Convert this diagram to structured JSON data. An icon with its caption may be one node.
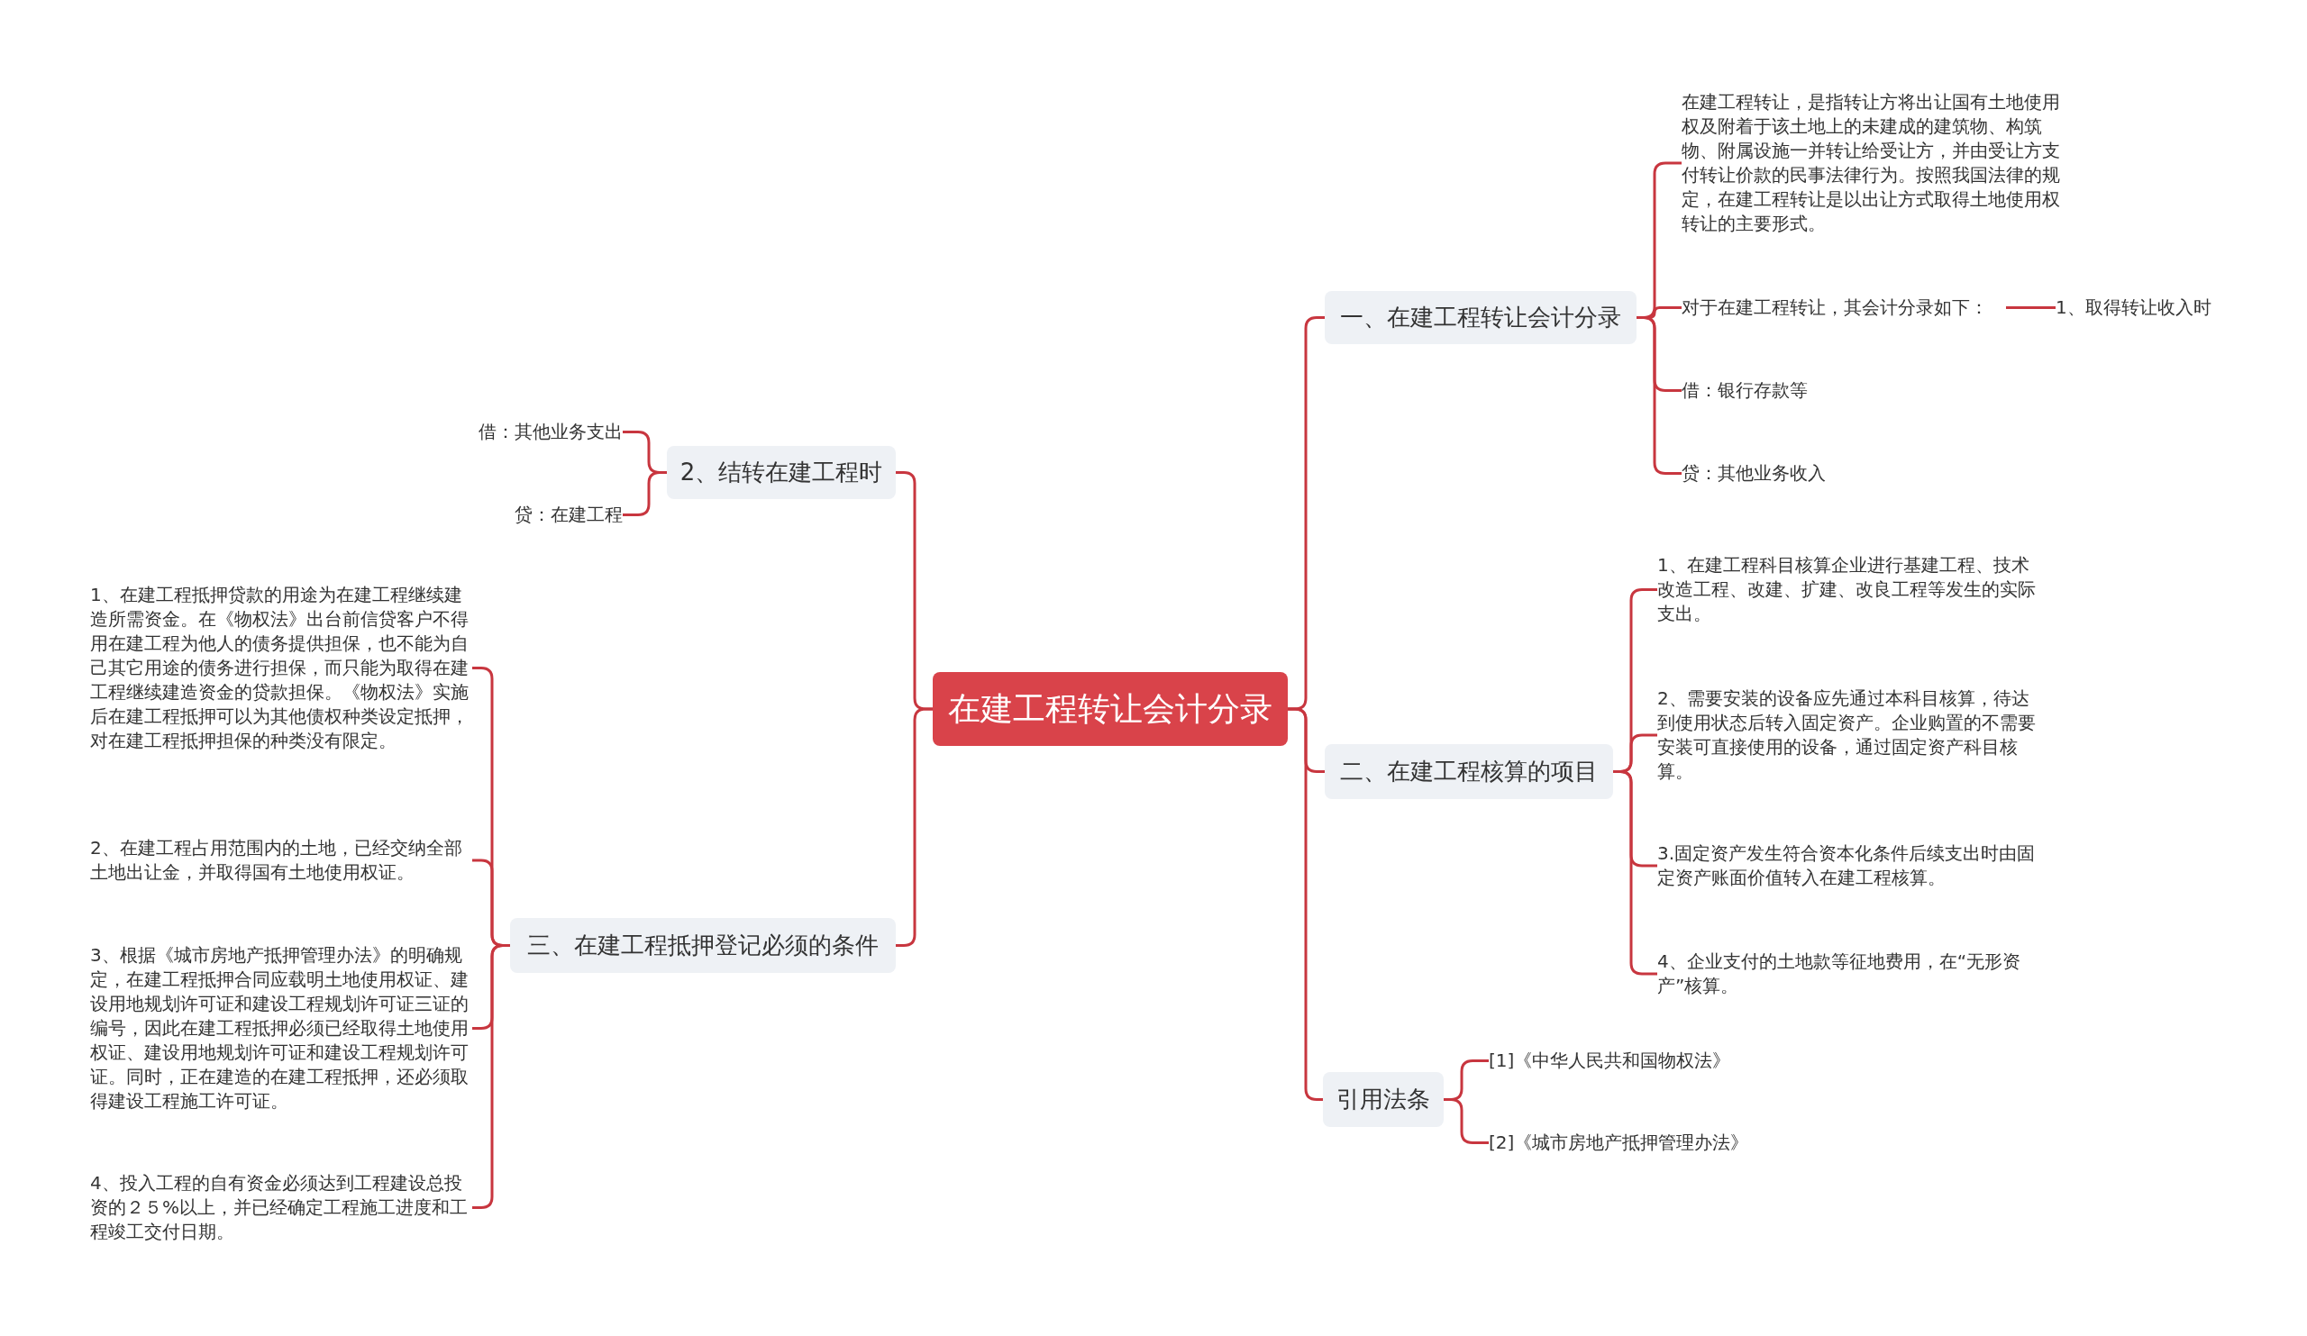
{
  "diagram": {
    "nodes": [
      {
        "text": [
          "在建工程转让会计分录"
        ]
      },
      {
        "text": [
          "一、在建工程转让会计分录"
        ]
      },
      {
        "text": [
          "在建工程转让，是指转让方将出让国有土地使用权及附着于该土地上的未建成的建筑物、构筑物、附属设施一并转让给受让方，并由受让方支付转让价款的民事法律行为。按照我国法律的规定，在建工程转让是以出让方式取得土地使用权转让的主要形式。"
        ]
      },
      {
        "text": [
          "对于在建工程转让，其会计分录如下："
        ]
      },
      {
        "text": [
          "1、取得转让收入时"
        ]
      },
      {
        "text": [
          "借：银行存款等"
        ]
      },
      {
        "text": [
          "贷：其他业务收入"
        ]
      },
      {
        "text": [
          "二、在建工程核算的项目"
        ]
      },
      {
        "text": [
          "1、在建工程科目核算企业进行基建工程、技术改造工程、改建、扩建、改良工程等发生的实际支出。"
        ]
      },
      {
        "text": [
          "2、需要安装的设备应先通过本科目核算，待达到使用状态后转入固定资产。企业购置的不需要安装可直接使用的设备，通过固定资产科目核算。"
        ]
      },
      {
        "text": [
          "3.固定资产发生符合资本化条件后续支出时由固定资产账面价值转入在建工程核算。"
        ]
      },
      {
        "text": [
          "4、企业支付的土地款等征地费用，在“无形资产”核算。"
        ]
      },
      {
        "text": [
          "引用法条"
        ]
      },
      {
        "text": [
          "[1]《中华人民共和国物权法》"
        ]
      },
      {
        "text": [
          "[2]《城市房地产抵押管理办法》"
        ]
      },
      {
        "text": [
          "2、结转在建工程时"
        ]
      },
      {
        "text": [
          "借：其他业务支出"
        ]
      },
      {
        "text": [
          "贷：在建工程"
        ]
      },
      {
        "text": [
          "三、在建工程抵押登记必须的条件"
        ]
      },
      {
        "text": [
          "1、在建工程抵押贷款的用途为在建工程继续建造所需资金。在《物权法》出台前信贷客户不得用在建工程为他人的债务提供担保，也不能为自己其它用途的债务进行担保，而只能为取得在建工程继续建造资金的贷款担保。《物权法》实施后在建工程抵押可以为其他债权种类设定抵押，对在建工程抵押担保的种类没有限定。"
        ]
      },
      {
        "text": [
          "2、在建工程占用范围内的土地，已经交纳全部土地出让金，并取得国有土地使用权证。"
        ]
      },
      {
        "text": [
          "3、根据《城市房地产抵押管理办法》的明确规定，在建工程抵押合同应载明土地使用权证、建设用地规划许可证和建设工程规划许可证三证的编号，因此在建工程抵押必须已经取得土地使用权证、建设用地规划许可证和建设工程规划许可证。同时，正在建造的在建工程抵押，还必须取得建设工程施工许可证。"
        ]
      },
      {
        "text": [
          "4、投入工程的自有资金必须达到工程建设总投资的２５%以上，并已经确定工程施工进度和工程竣工交付日期。"
        ]
      }
    ],
    "edges": [
      {
        "from": 0,
        "to": 1,
        "arrow": "none"
      },
      {
        "from": 1,
        "to": 2,
        "arrow": "none"
      },
      {
        "from": 1,
        "to": 3,
        "arrow": "none"
      },
      {
        "from": 3,
        "to": 4,
        "arrow": "none"
      },
      {
        "from": 1,
        "to": 5,
        "arrow": "none"
      },
      {
        "from": 1,
        "to": 6,
        "arrow": "none"
      },
      {
        "from": 0,
        "to": 7,
        "arrow": "none"
      },
      {
        "from": 7,
        "to": 8,
        "arrow": "none"
      },
      {
        "from": 7,
        "to": 9,
        "arrow": "none"
      },
      {
        "from": 7,
        "to": 10,
        "arrow": "none"
      },
      {
        "from": 7,
        "to": 11,
        "arrow": "none"
      },
      {
        "from": 0,
        "to": 12,
        "arrow": "none"
      },
      {
        "from": 12,
        "to": 13,
        "arrow": "none"
      },
      {
        "from": 12,
        "to": 14,
        "arrow": "none"
      },
      {
        "from": 0,
        "to": 15,
        "arrow": "none"
      },
      {
        "from": 15,
        "to": 16,
        "arrow": "none"
      },
      {
        "from": 15,
        "to": 17,
        "arrow": "none"
      },
      {
        "from": 0,
        "to": 18,
        "arrow": "none"
      },
      {
        "from": 18,
        "to": 19,
        "arrow": "none"
      },
      {
        "from": 18,
        "to": 20,
        "arrow": "none"
      },
      {
        "from": 18,
        "to": 21,
        "arrow": "none"
      },
      {
        "from": 18,
        "to": 22,
        "arrow": "none"
      }
    ]
  }
}
